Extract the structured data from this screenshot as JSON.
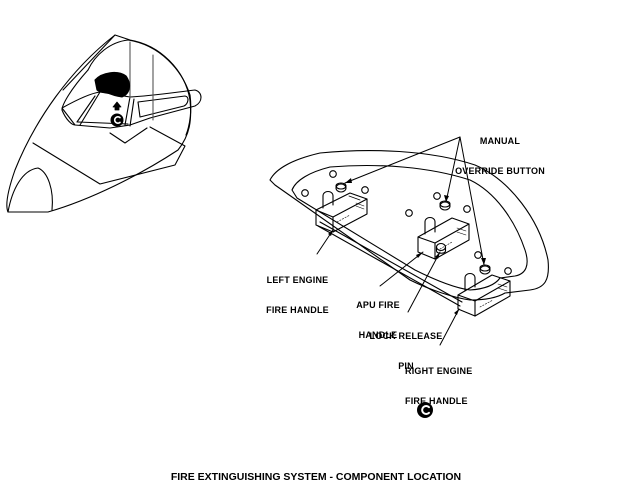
{
  "diagram": {
    "title": "FIRE EXTINGUISHING SYSTEM - COMPONENT LOCATION",
    "view_marker": "C",
    "callouts": {
      "manual_override_line1": "MANUAL",
      "manual_override_line2": "OVERRIDE BUTTON",
      "left_engine_line1": "LEFT ENGINE",
      "left_engine_line2": "FIRE HANDLE",
      "apu_line1": "APU FIRE",
      "apu_line2": "HANDLE",
      "lock_release_line1": "LOCK RELEASE",
      "lock_release_line2": "PIN",
      "right_engine_line1": "RIGHT ENGINE",
      "right_engine_line2": "FIRE HANDLE"
    }
  }
}
